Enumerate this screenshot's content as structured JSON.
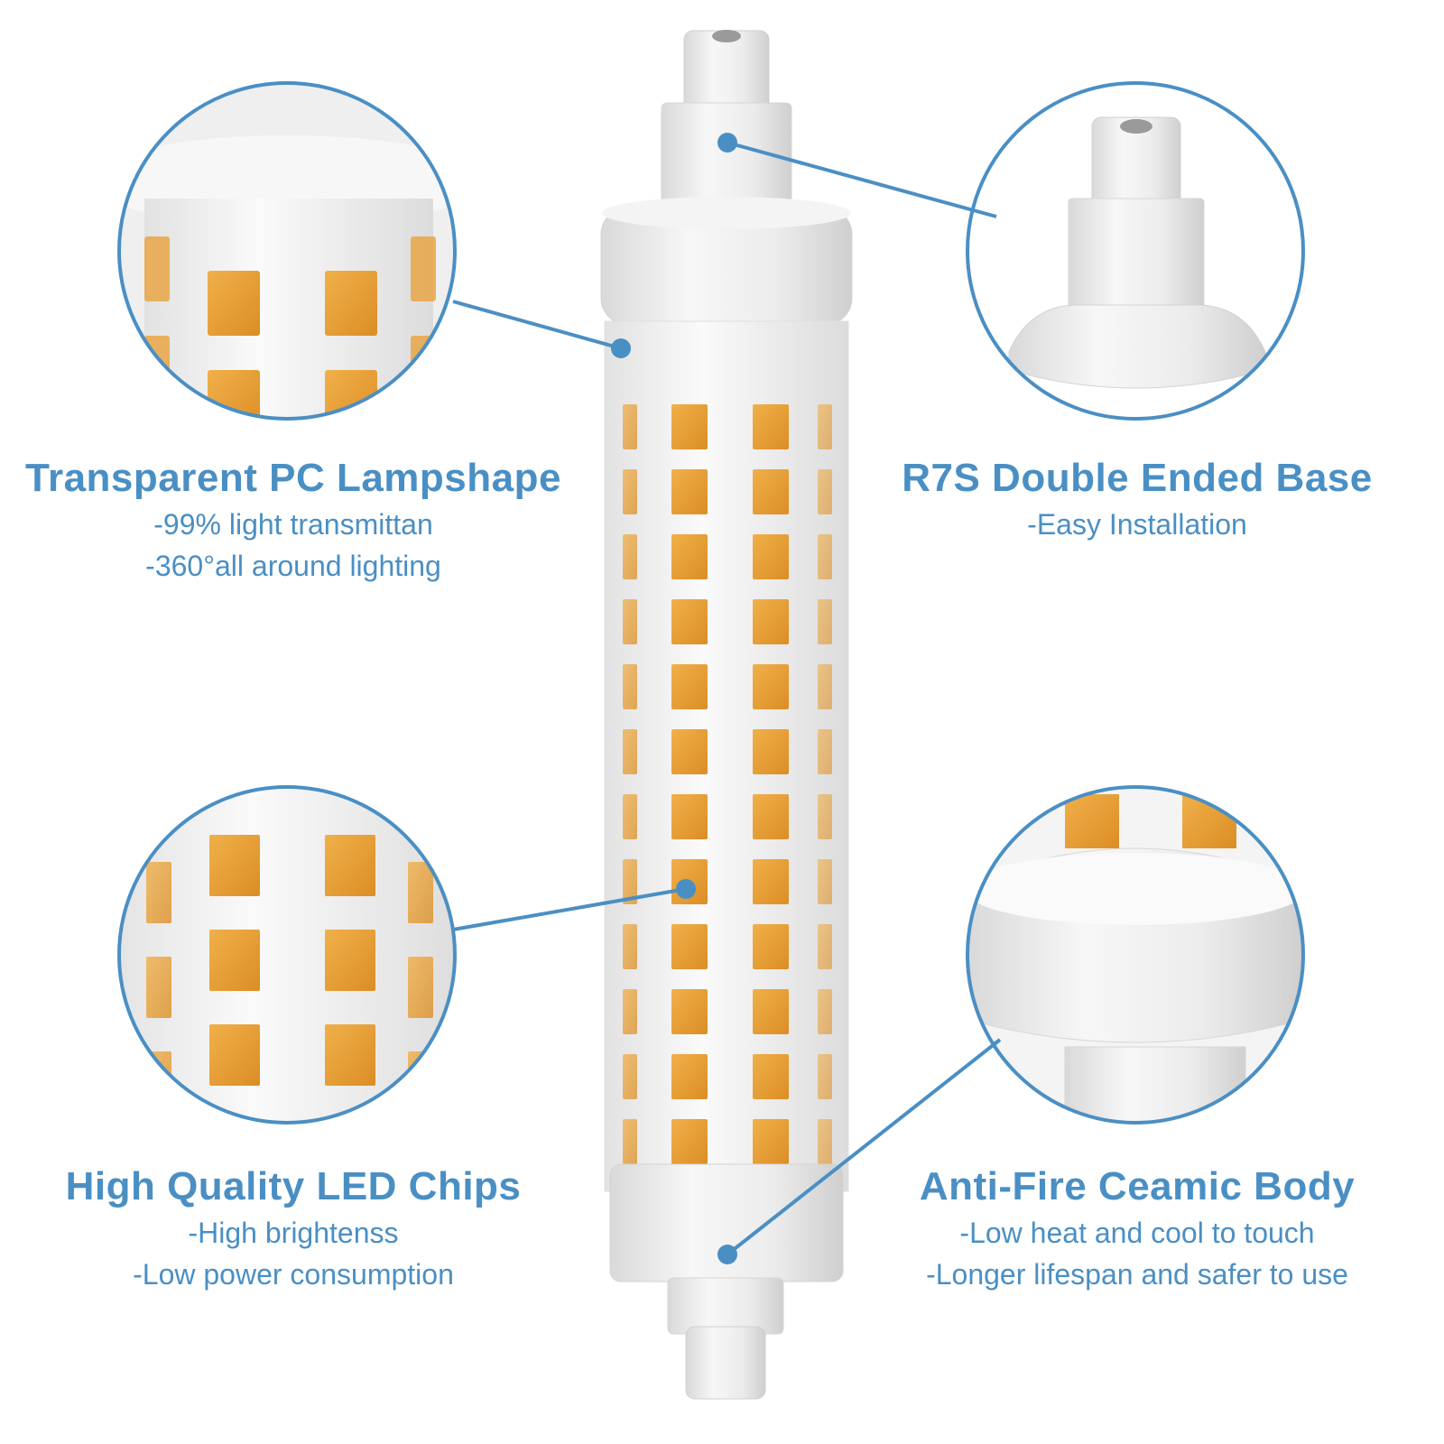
{
  "colors": {
    "accent": "#4a8fc4",
    "led_chip": "#e9a13c",
    "led_chip_dark": "#d98a22",
    "ceramic": "#f1f1f1",
    "background": "#ffffff"
  },
  "callouts": [
    {
      "title": "Transparent PC Lampshape",
      "lines": [
        "-99% light transmittan",
        "-360°all around lighting"
      ]
    },
    {
      "title": "R7S Double Ended Base",
      "lines": [
        "-Easy Installation"
      ]
    },
    {
      "title": "High Quality LED Chips",
      "lines": [
        "-High brightenss",
        "-Low power consumption"
      ]
    },
    {
      "title": "Anti-Fire Ceamic Body",
      "lines": [
        "-Low heat and cool to touch",
        "-Longer lifespan and safer to use"
      ]
    }
  ],
  "icons": [
    "led-bulb-illustration",
    "zoom-lens-lampshade",
    "zoom-lens-base",
    "zoom-lens-chips",
    "zoom-lens-ceramic"
  ]
}
